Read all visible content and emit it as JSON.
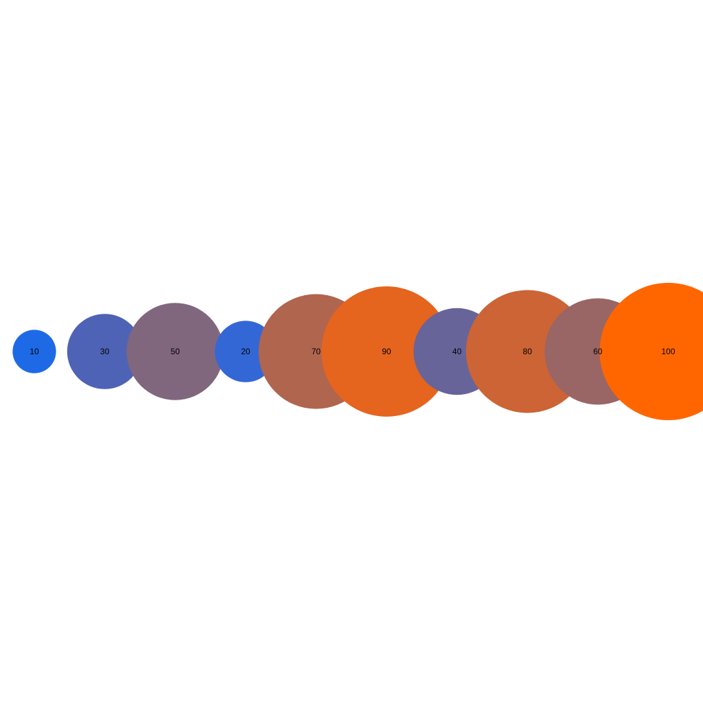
{
  "chart_data": {
    "type": "scatter",
    "title": "",
    "xlabel": "",
    "ylabel": "",
    "grid": false,
    "legend": "none",
    "color_scale": {
      "min_color": "#1e6ae6",
      "max_color": "#ff6600"
    },
    "points": [
      {
        "label": "10",
        "value": 10,
        "color": "#1e6ae6"
      },
      {
        "label": "30",
        "value": 30,
        "color": "#4e63b6"
      },
      {
        "label": "50",
        "value": 50,
        "color": "#80677e"
      },
      {
        "label": "20",
        "value": 20,
        "color": "#3467d6"
      },
      {
        "label": "70",
        "value": 70,
        "color": "#b0654e"
      },
      {
        "label": "90",
        "value": 90,
        "color": "#e5641e"
      },
      {
        "label": "40",
        "value": 40,
        "color": "#67649a"
      },
      {
        "label": "80",
        "value": 80,
        "color": "#cc6436"
      },
      {
        "label": "60",
        "value": 60,
        "color": "#9a6565"
      },
      {
        "label": "100",
        "value": 100,
        "color": "#ff6600"
      }
    ]
  }
}
